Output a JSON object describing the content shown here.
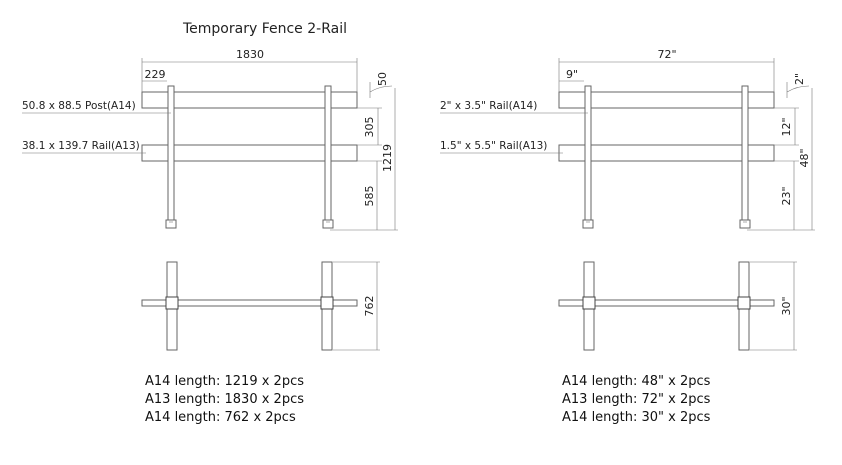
{
  "title": "Temporary Fence 2-Rail",
  "drawings": [
    {
      "unit_system": "metric",
      "dims": {
        "overall_width": "1830",
        "post_offset": "229",
        "top_gap": "50",
        "rail_spacing": "305",
        "total_height": "1219",
        "bottom_height": "585",
        "depth": "762"
      },
      "post_label": "50.8 x 88.5 Post(A14)",
      "rail_label": "38.1 x 139.7  Rail(A13)",
      "parts_list": [
        "A14 length:  1219 x 2pcs",
        "A13 length:  1830 x 2pcs",
        "A14 length:  762 x 2pcs"
      ]
    },
    {
      "unit_system": "imperial",
      "dims": {
        "overall_width": "72\"",
        "post_offset": "9\"",
        "top_gap": "2\"",
        "rail_spacing": "12\"",
        "total_height": "48\"",
        "bottom_height": "23\"",
        "depth": "30\""
      },
      "post_label": "2\" x 3.5\" Rail(A14)",
      "rail_label": "1.5\" x 5.5\"  Rail(A13)",
      "parts_list": [
        "A14 length:  48\" x 2pcs",
        "A13 length:  72\" x 2pcs",
        "A14 length:  30\" x 2pcs"
      ]
    }
  ]
}
